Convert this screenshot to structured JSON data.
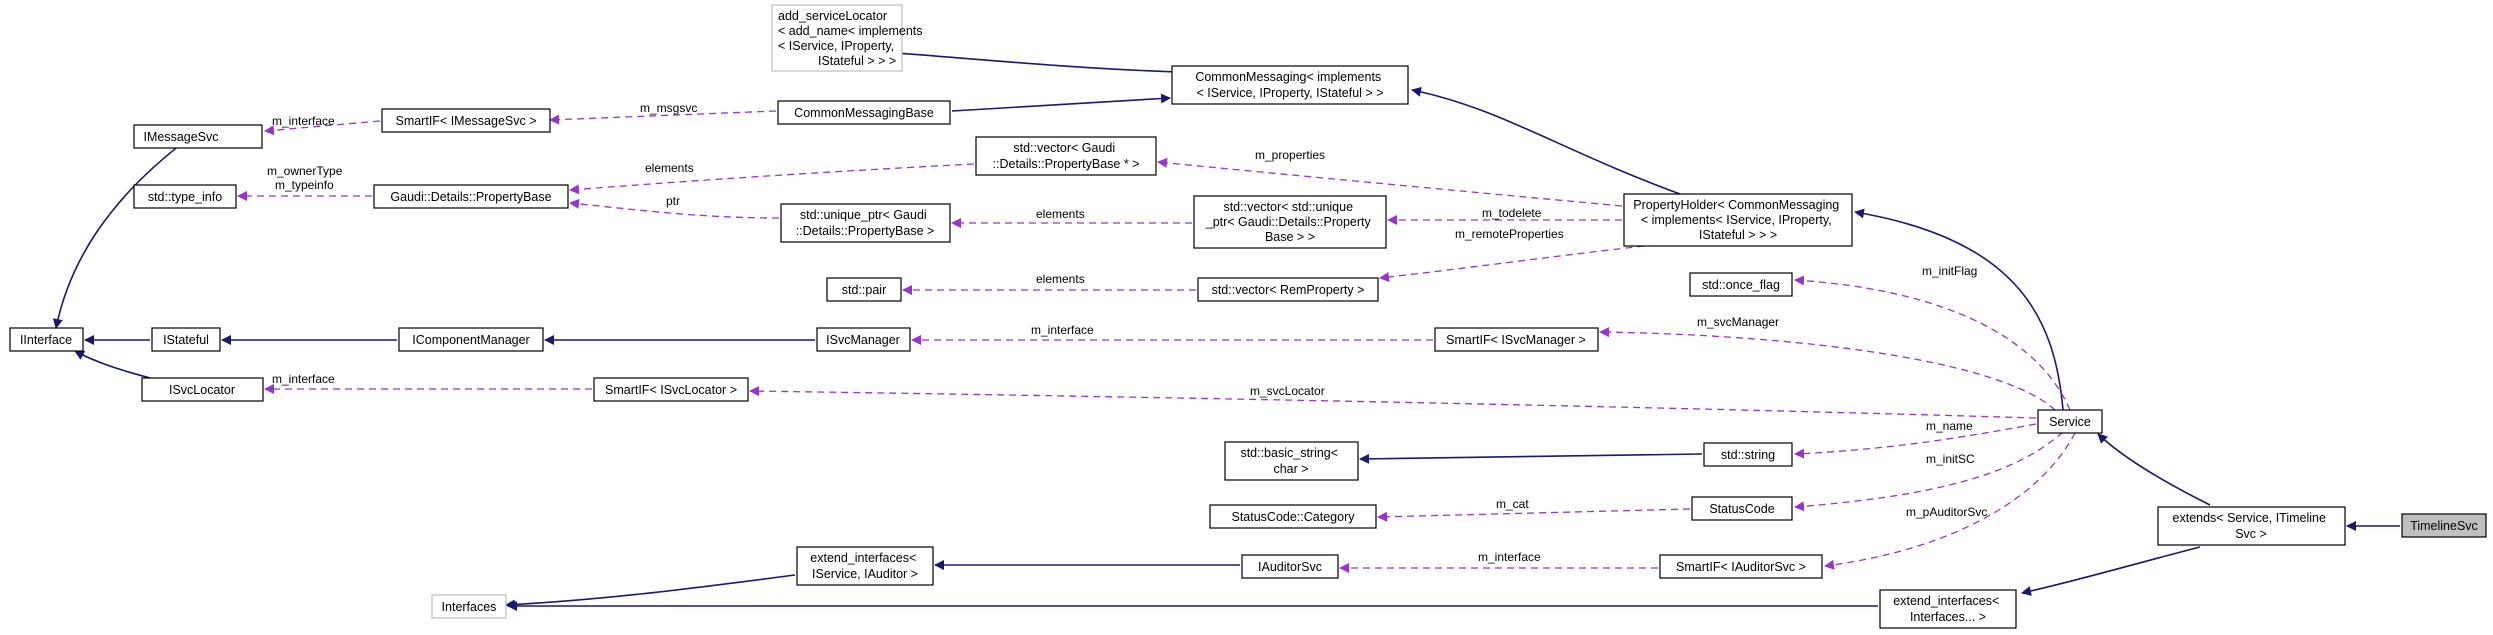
{
  "colors": {
    "inheritance": "#191970",
    "usage": "#9a32cd",
    "focus_fill": "#bfbfbf",
    "grey_border": "#bfbfbf"
  },
  "nodes": {
    "add_service_locator": [
      "add_serviceLocator",
      "< add_name< implements",
      "< IService, IProperty,",
      "IStateful > > >"
    ],
    "common_messaging": [
      "CommonMessaging< implements",
      "< IService, IProperty, IStateful > >"
    ],
    "common_messaging_base": [
      "CommonMessagingBase"
    ],
    "smartif_imessagesvc": [
      "SmartIF< IMessageSvc >"
    ],
    "imessagesvc": [
      "IMessageSvc"
    ],
    "std_vector_propertybase_ptr": [
      "std::vector< Gaudi",
      "::Details::PropertyBase * >"
    ],
    "property_base": [
      "Gaudi::Details::PropertyBase"
    ],
    "type_info": [
      "std::type_info"
    ],
    "unique_ptr_propertybase": [
      "std::unique_ptr< Gaudi",
      "::Details::PropertyBase >"
    ],
    "vector_unique_ptr": [
      "std::vector< std::unique",
      "_ptr< Gaudi::Details::Property",
      "Base > >"
    ],
    "property_holder": [
      "PropertyHolder< CommonMessaging",
      "< implements< IService, IProperty,",
      "IStateful > > >"
    ],
    "std_pair": [
      "std::pair"
    ],
    "vector_remproperty": [
      "std::vector< RemProperty >"
    ],
    "once_flag": [
      "std::once_flag"
    ],
    "iinterface": [
      "IInterface"
    ],
    "istateful": [
      "IStateful"
    ],
    "icomponentmanager": [
      "IComponentManager"
    ],
    "isvcmanager": [
      "ISvcManager"
    ],
    "smartif_isvcmanager": [
      "SmartIF< ISvcManager >"
    ],
    "isvclocator": [
      "ISvcLocator"
    ],
    "smartif_isvclocator": [
      "SmartIF< ISvcLocator >"
    ],
    "service": [
      "Service"
    ],
    "basic_string": [
      "std::basic_string<",
      "char >"
    ],
    "std_string": [
      "std::string"
    ],
    "statuscode_category": [
      "StatusCode::Category"
    ],
    "statuscode": [
      "StatusCode"
    ],
    "extends": [
      "extends< Service, ITimeline",
      "Svc >"
    ],
    "timelinesvc": [
      "TimelineSvc"
    ],
    "extend_interfaces_auditor": [
      "extend_interfaces<",
      "IService, IAuditor >"
    ],
    "iauditorsvc": [
      "IAuditorSvc"
    ],
    "smartif_iauditorsvc": [
      "SmartIF< IAuditorSvc >"
    ],
    "interfaces": [
      "Interfaces"
    ],
    "extend_interfaces_variadic": [
      "extend_interfaces<",
      "Interfaces... >"
    ]
  },
  "edge_labels": {
    "m_interface_msg": "m_interface",
    "m_msgsvc": "m_msgsvc",
    "m_owner_type": "m_ownerType",
    "m_typeinfo": "m_typeinfo",
    "elements_propbase": "elements",
    "ptr": "ptr",
    "elements_unique": "elements",
    "m_properties": "m_properties",
    "m_todelete": "m_todelete",
    "m_remote_properties": "m_remoteProperties",
    "elements_pair": "elements",
    "m_init_flag": "m_initFlag",
    "m_interface_svcmgr": "m_interface",
    "m_svc_manager": "m_svcManager",
    "m_interface_locator": "m_interface",
    "m_svc_locator": "m_svcLocator",
    "m_name": "m_name",
    "m_init_sc": "m_initSC",
    "m_cat": "m_cat",
    "m_p_auditor_svc": "m_pAuditorSvc",
    "m_interface_auditor": "m_interface"
  }
}
